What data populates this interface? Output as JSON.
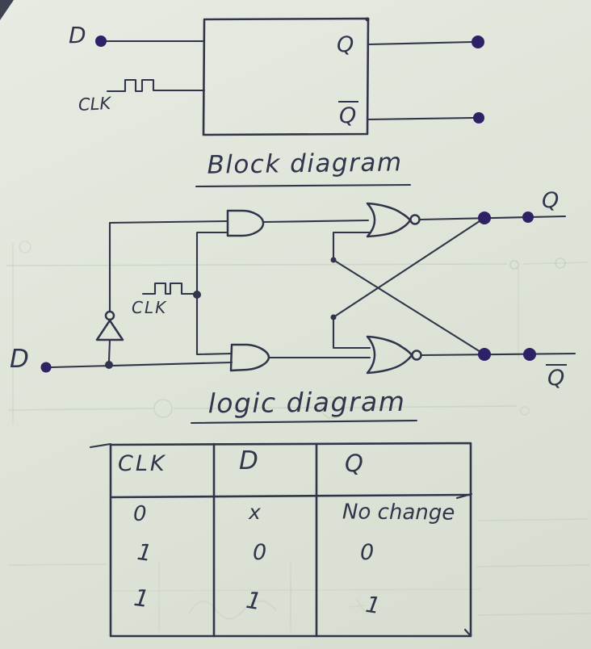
{
  "colors": {
    "paper": "#dfe4da",
    "ink": "#31344a",
    "terminal_dot": "#2e2166"
  },
  "block_diagram": {
    "caption": "Block diagram",
    "d_label": "D",
    "clk_label": "CLK",
    "q_label": "Q",
    "qbar_label": "Q"
  },
  "logic_diagram": {
    "caption": "logic diagram",
    "d_label": "D",
    "clk_label": "CLK",
    "q_label": "Q",
    "qbar_label": "Q"
  },
  "truth_table": {
    "headers": [
      "CLK",
      "D",
      "Q"
    ],
    "rows": [
      [
        "0",
        "x",
        "No change"
      ],
      [
        "1",
        "0",
        "0"
      ],
      [
        "1",
        "1",
        "1"
      ]
    ]
  }
}
